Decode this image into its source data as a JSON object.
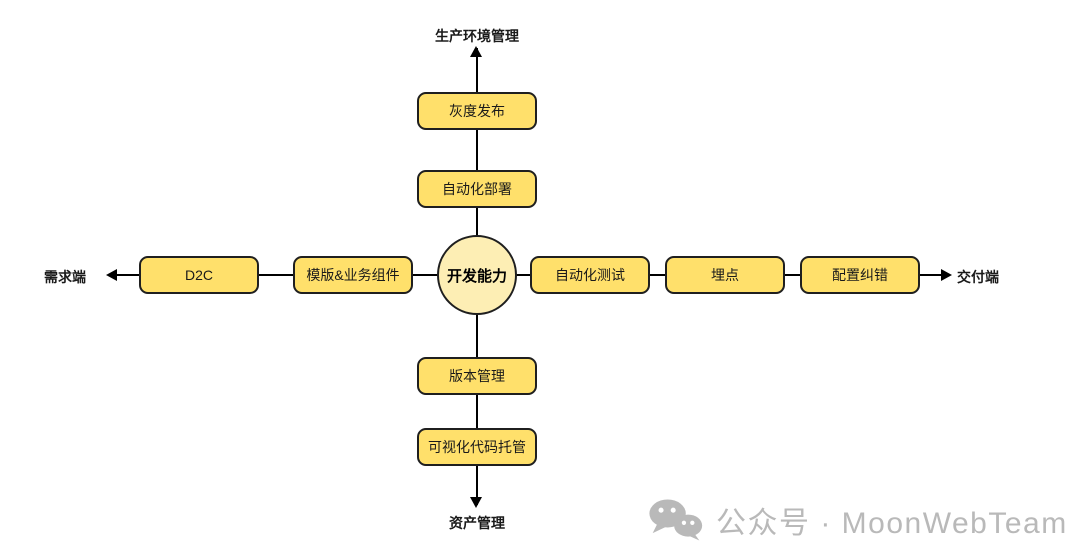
{
  "diagram": {
    "center_node": {
      "label": "开发能力"
    },
    "axes": {
      "top": {
        "label": "生产环境管理",
        "boxes": [
          "灰度发布",
          "自动化部署"
        ]
      },
      "bottom": {
        "label": "资产管理",
        "boxes": [
          "版本管理",
          "可视化代码托管"
        ]
      },
      "left": {
        "label": "需求端",
        "boxes": [
          "D2C",
          "模版&业务组件"
        ]
      },
      "right": {
        "label": "交付端",
        "boxes": [
          "自动化测试",
          "埋点",
          "配置纠错"
        ]
      }
    },
    "colors": {
      "box_fill": "#ffe06b",
      "box_border": "#1f1f1f",
      "circle_fill": "#fdeeb4",
      "line": "#000000",
      "text": "#1a1a1a"
    }
  },
  "watermark": {
    "icon": "wechat-icon",
    "text": "公众号 · MoonWebTeam",
    "color": "#b9b9b9"
  }
}
